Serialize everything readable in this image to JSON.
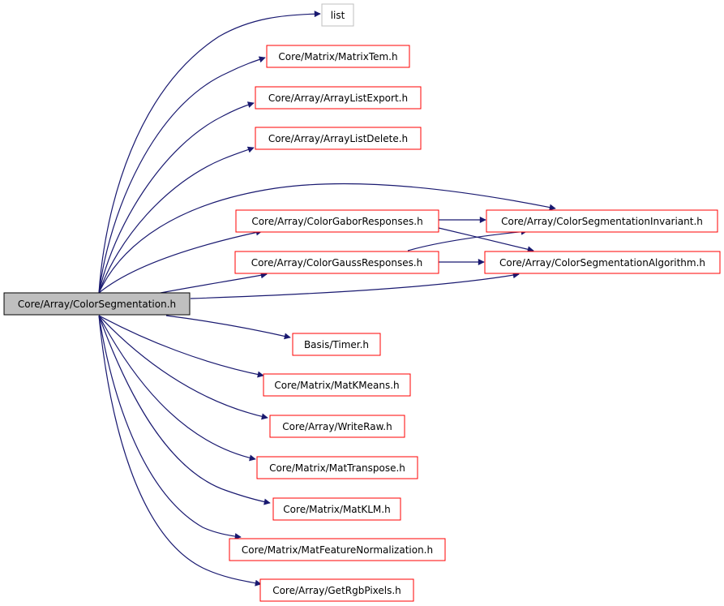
{
  "colors": {
    "background": "#ffffff",
    "edge": "#191970",
    "node_border_red": "#ff0000",
    "node_border_gray": "#bfbfbf",
    "root_fill": "#bfbfbf",
    "root_border": "#000000",
    "text": "#000000"
  },
  "nodes": {
    "root": "Core/Array/ColorSegmentation.h",
    "list": "list",
    "matrixtem": "Core/Matrix/MatrixTem.h",
    "arraylistexport": "Core/Array/ArrayListExport.h",
    "arraylistdelete": "Core/Array/ArrayListDelete.h",
    "colorgabor": "Core/Array/ColorGaborResponses.h",
    "colorgauss": "Core/Array/ColorGaussResponses.h",
    "seginvariant": "Core/Array/ColorSegmentationInvariant.h",
    "segalgorithm": "Core/Array/ColorSegmentationAlgorithm.h",
    "timer": "Basis/Timer.h",
    "matkmeans": "Core/Matrix/MatKMeans.h",
    "writeraw": "Core/Array/WriteRaw.h",
    "mattranspose": "Core/Matrix/MatTranspose.h",
    "matklm": "Core/Matrix/MatKLM.h",
    "matfeaturenorm": "Core/Matrix/MatFeatureNormalization.h",
    "getrgbpixels": "Core/Array/GetRgbPixels.h"
  },
  "edges": [
    [
      "root",
      "list"
    ],
    [
      "root",
      "matrixtem"
    ],
    [
      "root",
      "arraylistexport"
    ],
    [
      "root",
      "arraylistdelete"
    ],
    [
      "root",
      "seginvariant"
    ],
    [
      "root",
      "colorgabor"
    ],
    [
      "root",
      "colorgauss"
    ],
    [
      "root",
      "segalgorithm"
    ],
    [
      "root",
      "timer"
    ],
    [
      "root",
      "matkmeans"
    ],
    [
      "root",
      "writeraw"
    ],
    [
      "root",
      "mattranspose"
    ],
    [
      "root",
      "matklm"
    ],
    [
      "root",
      "matfeaturenorm"
    ],
    [
      "root",
      "getrgbpixels"
    ],
    [
      "colorgabor",
      "seginvariant"
    ],
    [
      "colorgabor",
      "segalgorithm"
    ],
    [
      "colorgauss",
      "seginvariant"
    ],
    [
      "colorgauss",
      "segalgorithm"
    ]
  ]
}
